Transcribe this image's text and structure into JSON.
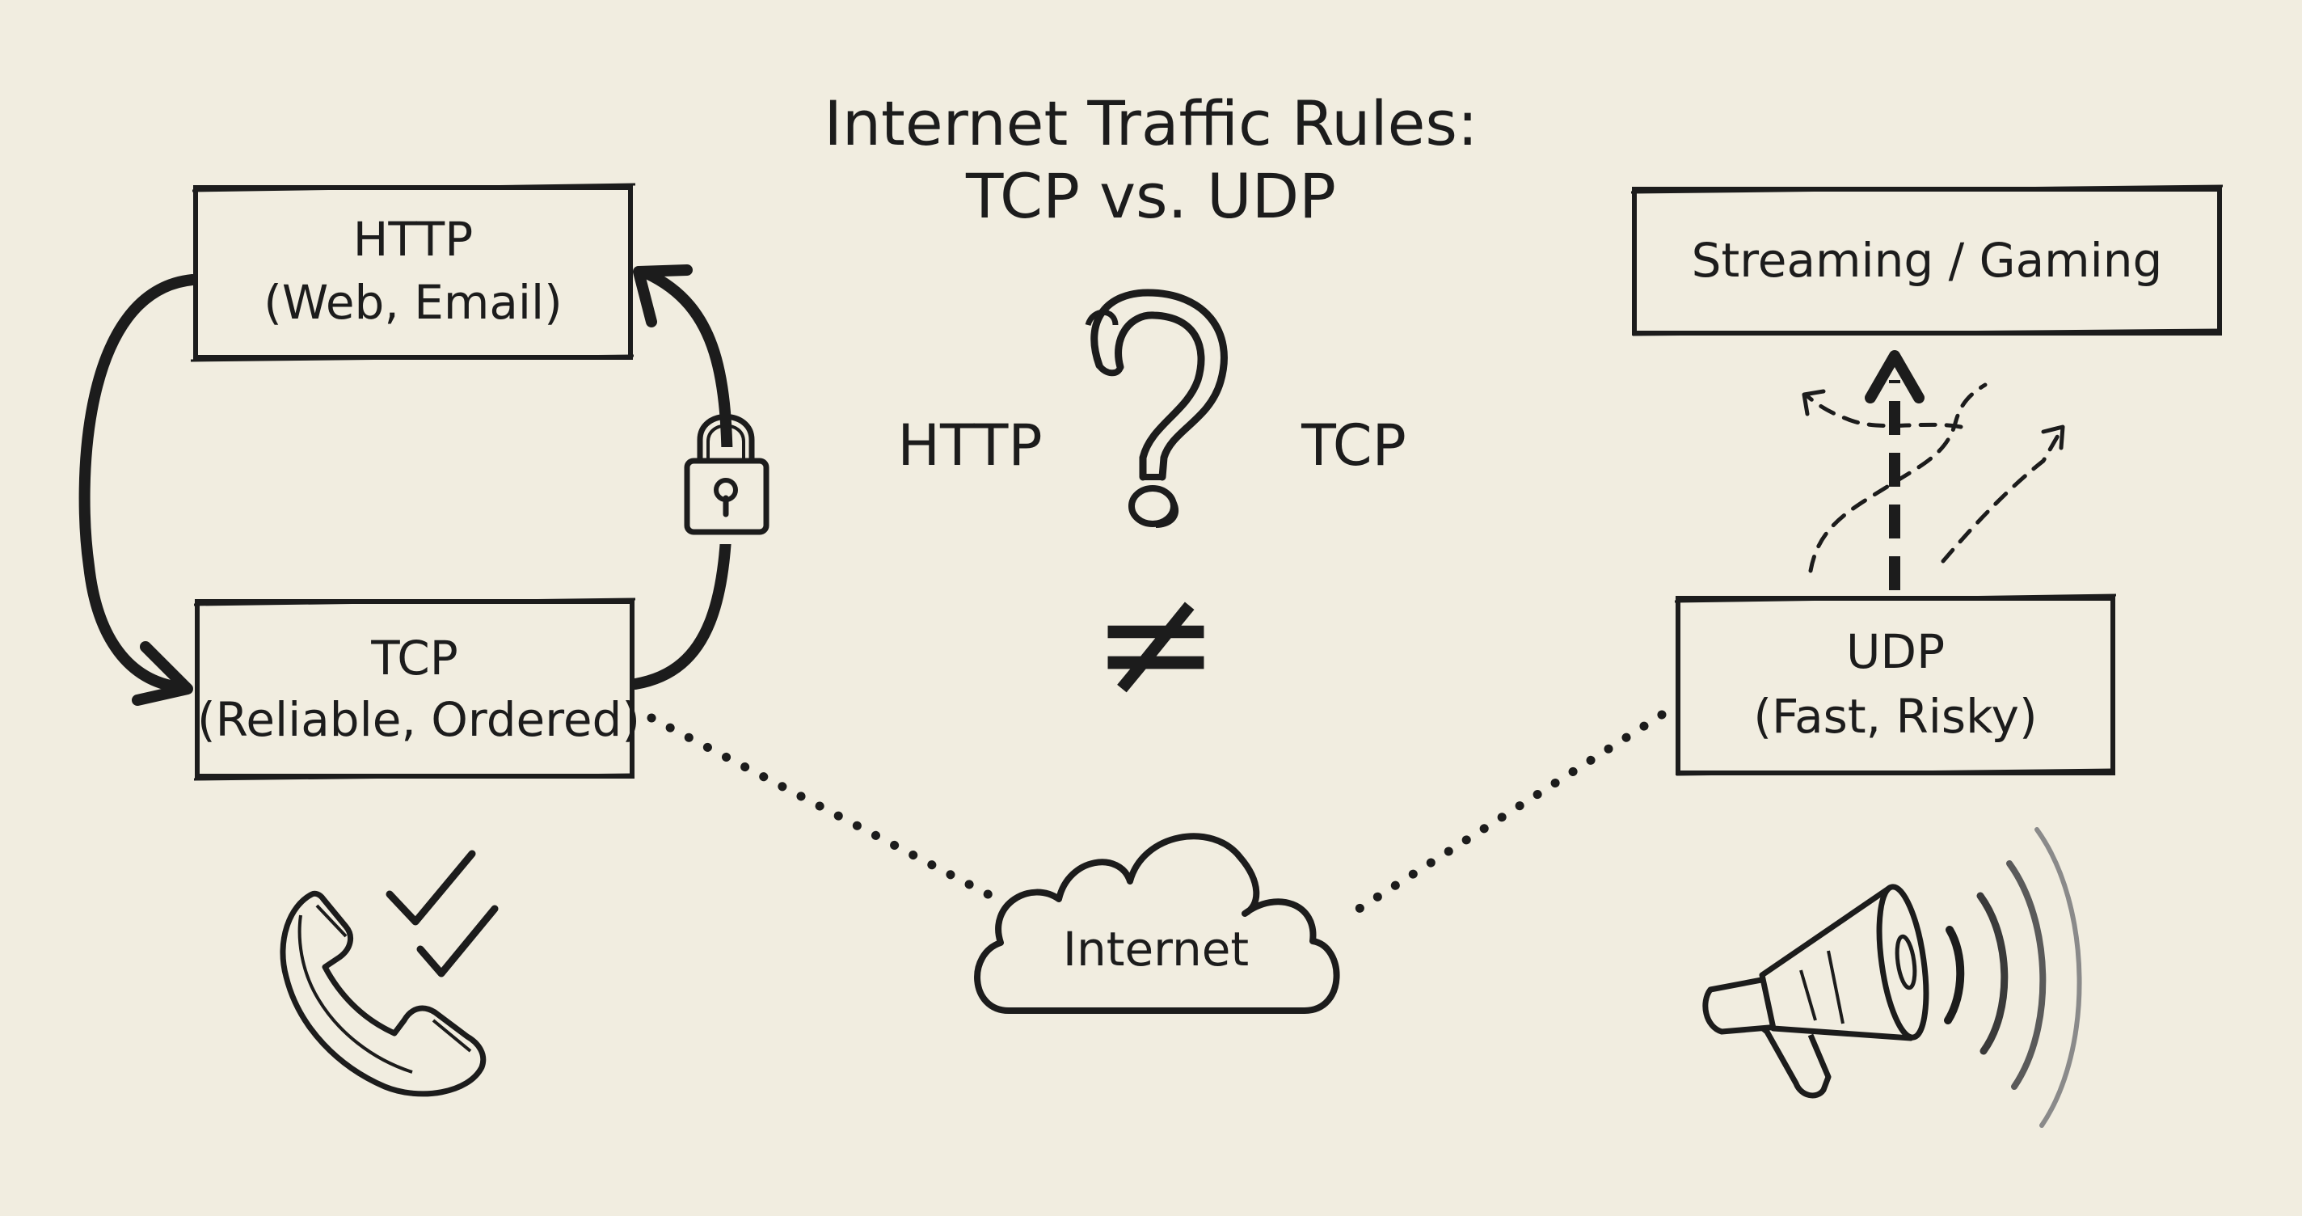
{
  "title": {
    "line1": "Internet Traffic Rules:",
    "line2": "TCP vs. UDP"
  },
  "boxes": {
    "http": {
      "label": "HTTP",
      "sub": "(Web, Email)"
    },
    "tcp": {
      "label": "TCP",
      "sub": "(Reliable, Ordered)"
    },
    "udp": {
      "label": "UDP",
      "sub": "(Fast, Risky)"
    },
    "streaming": {
      "label": "Streaming / Gaming"
    }
  },
  "center": {
    "left_word": "HTTP",
    "right_word": "TCP",
    "neq_symbol": "≠",
    "question_icon": "question-mark-icon"
  },
  "cloud": {
    "label": "Internet"
  },
  "icons": {
    "lock": "padlock-icon",
    "phone": "telephone-handset-icon",
    "checks": "double-checkmark-icon",
    "megaphone": "megaphone-icon"
  },
  "colors": {
    "background": "#f1ede0",
    "ink": "#1c1c1c"
  }
}
